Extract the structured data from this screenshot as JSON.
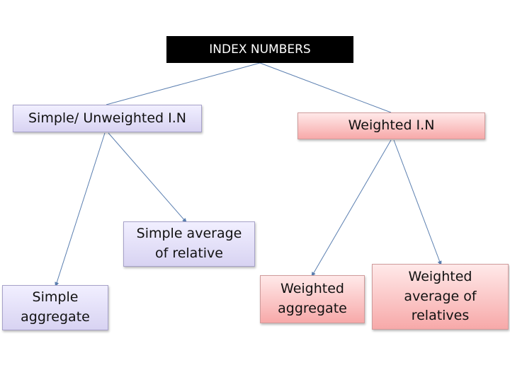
{
  "diagram": {
    "root": {
      "label": "INDEX NUMBERS"
    },
    "branches": {
      "simple": {
        "label": "Simple/ Unweighted I.N",
        "children": {
          "simple_average": {
            "label": "Simple average\nof relative"
          },
          "simple_aggregate": {
            "label": "Simple\naggregate"
          }
        }
      },
      "weighted": {
        "label": "Weighted I.N",
        "children": {
          "weighted_aggregate": {
            "label": "Weighted\naggregate"
          },
          "weighted_average": {
            "label": "Weighted\naverage of\nrelatives"
          }
        }
      }
    }
  },
  "colors": {
    "root_fill": "#000000",
    "root_text": "#ffffff",
    "simple_fill": "#e4e0f8",
    "weighted_fill": "#f9c4c4",
    "connector": "#5b7fb0"
  }
}
